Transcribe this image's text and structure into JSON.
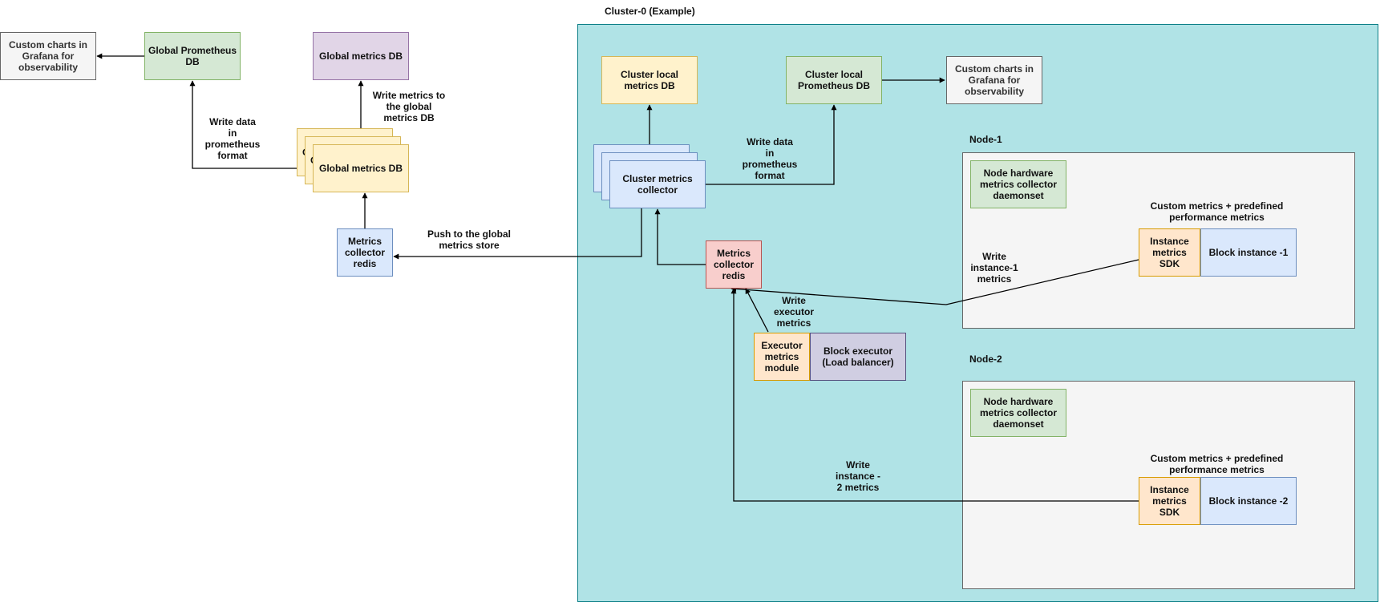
{
  "cluster_title": "Cluster-0 (Example)",
  "node1_title": "Node-1",
  "node2_title": "Node-2",
  "boxes": {
    "grafana_global": "Custom charts in Grafana for observability",
    "global_prometheus_db": "Global Prometheus DB",
    "global_metrics_db_top": "Global metrics DB",
    "global_metrics_db_stack": "Global metrics DB",
    "global_metrics_db_stack_peek": "G",
    "metrics_collector_redis_global": "Metrics collector redis",
    "cluster_local_metrics_db": "Cluster local metrics DB",
    "cluster_local_prometheus_db": "Cluster local Prometheus DB",
    "grafana_cluster": "Custom charts in Grafana for observability",
    "cluster_metrics_collector": "Cluster metrics collector",
    "metrics_collector_redis_cluster": "Metrics collector redis",
    "executor_metrics_module": "Executor metrics module",
    "block_executor": "Block executor (Load balancer)",
    "node1_hardware_collector": "Node hardware metrics collector daemonset",
    "node1_instance_sdk": "Instance metrics SDK",
    "node1_block_instance": "Block instance -1",
    "node2_hardware_collector": "Node hardware metrics collector daemonset",
    "node2_instance_sdk": "Instance metrics SDK",
    "node2_block_instance": "Block instance -2"
  },
  "edge_labels": {
    "write_prometheus_global": "Write data\nin\nprometheus\nformat",
    "write_global_metrics": "Write metrics to\nthe global\nmetrics DB",
    "push_global_store": "Push to the global\nmetrics store",
    "write_prometheus_cluster": "Write data\nin\nprometheus\nformat",
    "write_instance1": "Write\ninstance-1\nmetrics",
    "write_executor": "Write\nexecutor\nmetrics",
    "write_instance2": "Write\ninstance -\n2 metrics",
    "node1_custom_metrics": "Custom metrics + predefined\nperformance metrics",
    "node2_custom_metrics": "Custom metrics + predefined\nperformance metrics"
  }
}
